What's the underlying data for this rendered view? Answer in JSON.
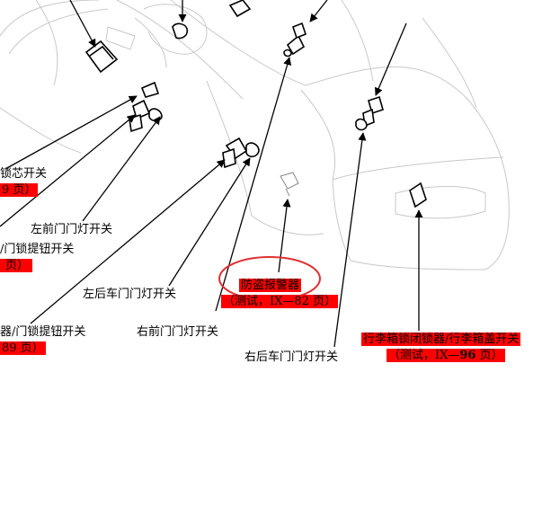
{
  "labels": {
    "lock_cylinder_switch": "锁芯开关",
    "lock_cylinder_ref": "9 页）",
    "front_left_door_switch": "左前门门灯开关",
    "lock_knob_switch": "/门锁提钮开关",
    "lock_knob_ref": "页）",
    "rear_left_door_switch": "左后车门门灯开关",
    "door_lock_knob_switch_2": "器/门锁提钮开关",
    "door_lock_knob_ref_2": "89 页）",
    "front_right_door_switch": "右前门门灯开关",
    "theft_alarm": "防盗报警器",
    "theft_alarm_ref": "（测试，IX—82 页）",
    "rear_right_door_switch": "右后车门门灯开关",
    "trunk_switch": "行李箱锁闭锁器/行李箱盖开关",
    "trunk_ref_prefix": "（测试，IX—",
    "trunk_ref_page": "96",
    "trunk_ref_suffix": " 页）"
  },
  "colors": {
    "highlight": "#ff0000",
    "circle": "#e03030",
    "line": "#000000",
    "sketch": "#c8c8c8"
  }
}
